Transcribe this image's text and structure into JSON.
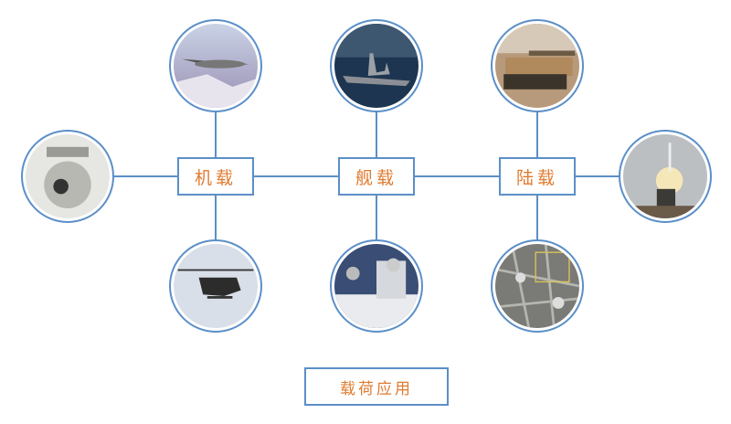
{
  "categories": [
    {
      "label": "机载",
      "images": [
        "uav-drone",
        "gimbal-camera-pod",
        "helicopter"
      ]
    },
    {
      "label": "舰载",
      "images": [
        "warship",
        "ship-mounted-camera"
      ]
    },
    {
      "label": "陆载",
      "images": [
        "tank",
        "missile-launch",
        "satellite-map"
      ]
    }
  ],
  "footer": {
    "title": "载荷应用"
  },
  "colors": {
    "line": "#5b8fc8",
    "text": "#e07b30"
  }
}
